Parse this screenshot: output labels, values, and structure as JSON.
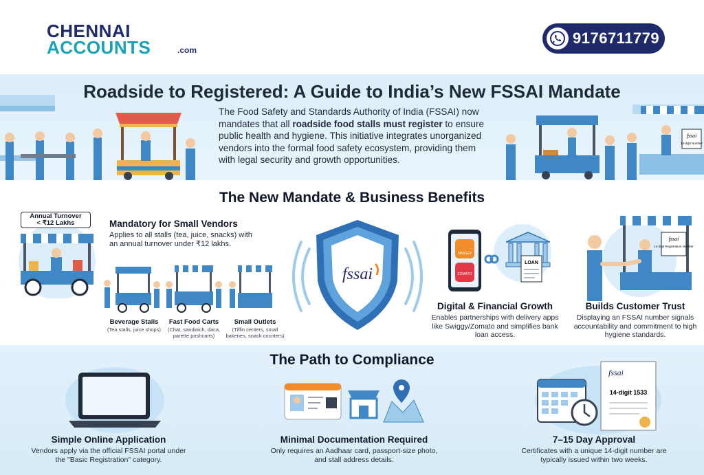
{
  "header": {
    "logo_line1": "CHENNAI",
    "logo_line2": "ACCOUNTS",
    "logo_suffix": ".com",
    "phone": "9176711779",
    "phone_icon": "whatsapp-phone-icon"
  },
  "banner": {
    "title": "Roadside to Registered: A Guide to India’s New FSSAI Mandate",
    "text_1": "The Food Safety and Standards Authority of India (FSSAI) now mandates that all ",
    "text_bold": "roadside food stalls must register",
    "text_2": " to ensure public health and hygiene. This initiative integrates unorganized vendors into the formal food safety ecosystem, providing them with legal security and growth opportunities.",
    "stall_sign": "fssai",
    "stall_sign_sub": "14-digit Number"
  },
  "benefits": {
    "title": "The New Mandate & Business Benefits",
    "turnover_box_line1": "Annual Turnover",
    "turnover_box_line2": "< ₹12 Lakhs",
    "mandatory_title": "Mandatory for Small Vendors",
    "mandatory_text": "Applies to all stalls (tea, juice, snacks) with an annual turnover under ₹12 lakhs.",
    "categories": [
      {
        "title": "Beverage Stalls",
        "sub": "(Tea stalls, juice shops)"
      },
      {
        "title": "Fast Food Carts",
        "sub": "(Chat, sandwich, daca, parette poshcarts)"
      },
      {
        "title": "Small Outlets",
        "sub": "(Tiffin centers, small bakeries, snack cocnters)"
      }
    ],
    "shield_logo": "fssai",
    "app_labels": [
      "SWIGGY",
      "ZOMATO"
    ],
    "loan_label": "LOAN",
    "trust_sign_line1": "fssai",
    "trust_sign_line2": "14-digit Registration Number",
    "digital_title": "Digital & Financial Growth",
    "digital_text": "Enables partnerships with delivery apps like Swiggy/Zomato and simplifies bank loan access.",
    "trust_title": "Builds Customer Trust",
    "trust_text": "Displaying an FSSAI number signals accountability and commitment to high hygiene standards."
  },
  "compliance": {
    "title": "The Path to Compliance",
    "steps": [
      {
        "title": "Simple Online Application",
        "text": "Vendors apply via the official FSSAI portal under the \"Basic Registration\" category."
      },
      {
        "title": "Minimal Documentation Required",
        "text": "Only requires an Aadhaar card, passport-size photo, and stall address details."
      },
      {
        "title": "7–15 Day Approval",
        "text": "Certificates with a unique 14-digit number are typically issued within two weeks."
      }
    ],
    "certificate_logo": "fssai",
    "certificate_text": "14-digit 1533"
  },
  "colors": {
    "navy": "#1f2a6b",
    "teal": "#17a2b8",
    "light_blue": "#dbeefa",
    "stall_blue": "#3f88c5",
    "shield_blue": "#2f6fb6"
  }
}
